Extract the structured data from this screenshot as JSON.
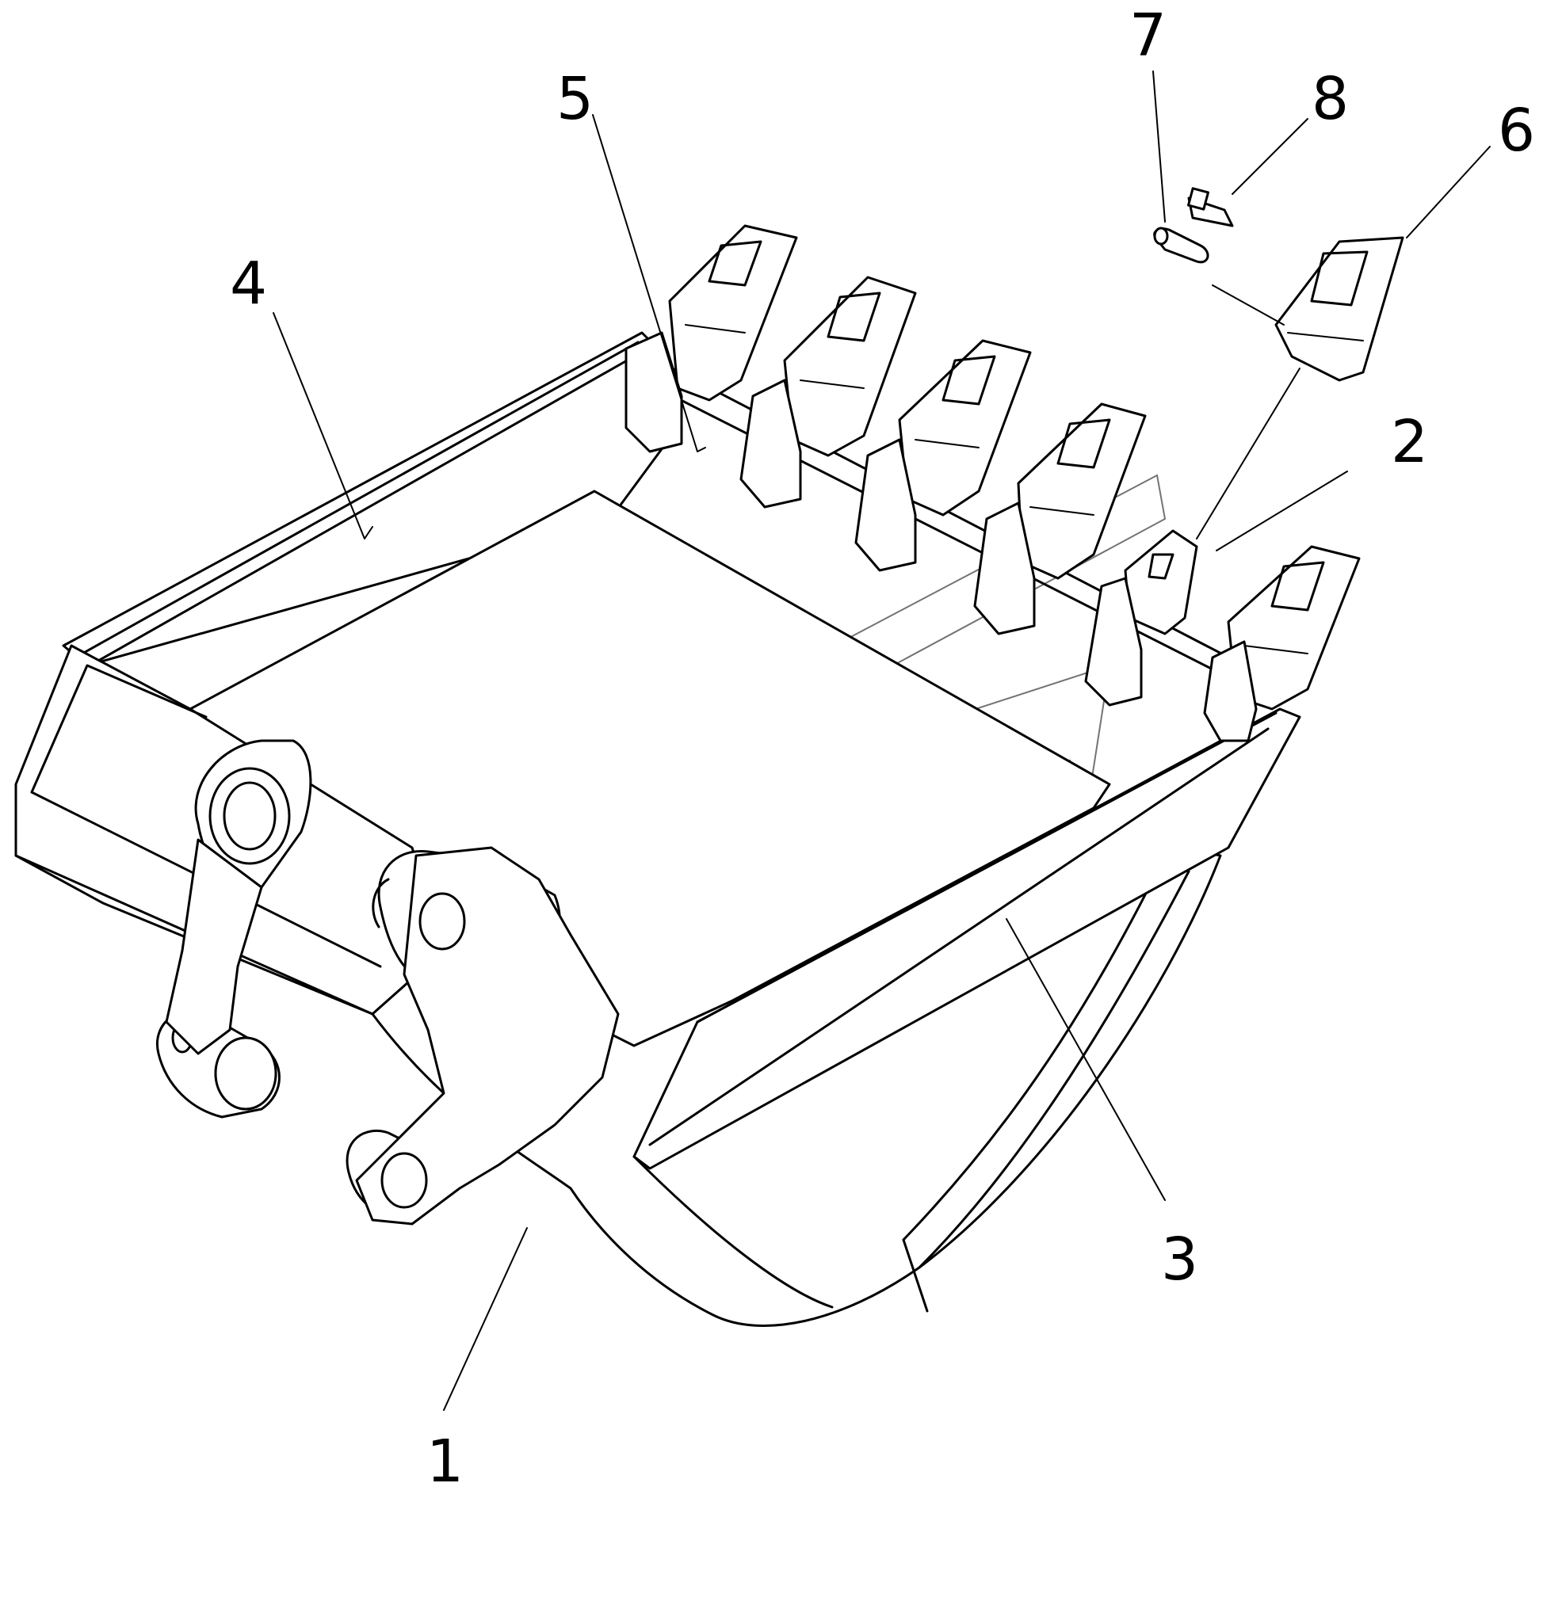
{
  "callouts": [
    {
      "id": "1",
      "label": "1",
      "part": "bucket-body"
    },
    {
      "id": "2",
      "label": "2",
      "part": "tooth-adapter"
    },
    {
      "id": "3",
      "label": "3",
      "part": "side-cutter-right"
    },
    {
      "id": "4",
      "label": "4",
      "part": "side-cutter-left"
    },
    {
      "id": "5",
      "label": "5",
      "part": "tooth-adapter-row"
    },
    {
      "id": "6",
      "label": "6",
      "part": "tooth-point"
    },
    {
      "id": "7",
      "label": "7",
      "part": "pin"
    },
    {
      "id": "8",
      "label": "8",
      "part": "lock"
    }
  ],
  "colors": {
    "ink": "#000000",
    "background": "#ffffff"
  }
}
